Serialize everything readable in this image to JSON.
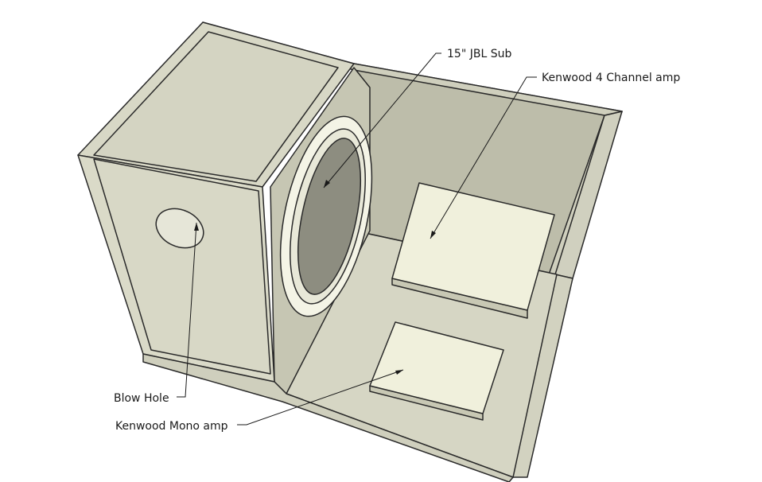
{
  "labels": {
    "sub": "15\" JBL Sub",
    "amp4": "Kenwood 4 Channel amp",
    "blow": "Blow Hole",
    "mono": "Kenwood Mono amp"
  },
  "colors": {
    "panel": "#d8d8c6",
    "panel_light": "#e4e4d4",
    "floor": "#d6d6c4",
    "back_wall": "#bdbdaa",
    "edge": "#2a2a2a",
    "amp_top": "#f0f0dc",
    "speaker_dark": "#8d8d80",
    "speaker_ring": "#f4f4e6"
  }
}
